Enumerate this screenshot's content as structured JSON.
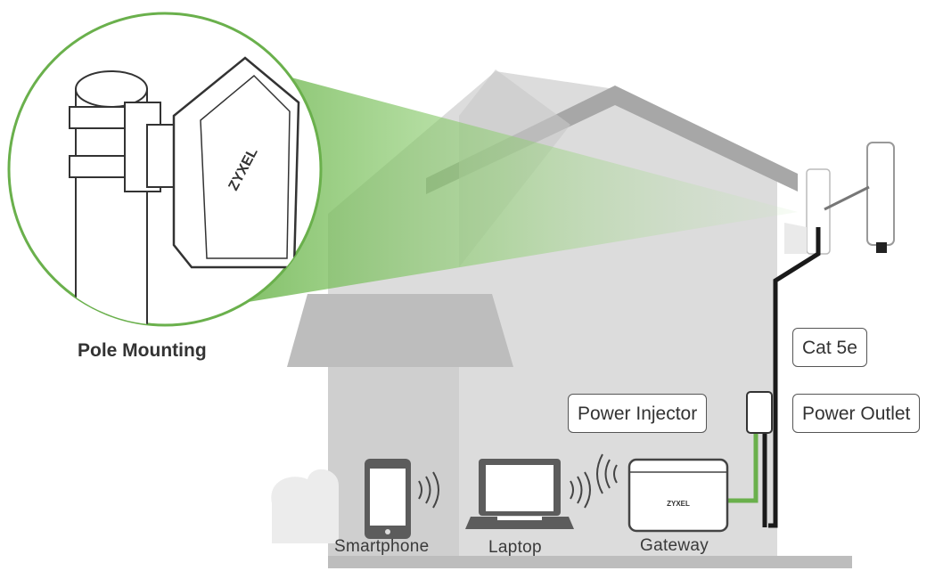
{
  "diagram": {
    "pole_mounting_label": "Pole Mounting",
    "brand": "ZYXEL",
    "callouts": {
      "cat5e": "Cat 5e",
      "power_injector": "Power Injector",
      "power_outlet": "Power Outlet"
    },
    "devices": {
      "smartphone": "Smartphone",
      "laptop": "Laptop",
      "gateway": "Gateway"
    },
    "colors": {
      "beam_green": "#7cc25a",
      "cable_green": "#6ab04c",
      "house_gray": "#d4d4d4",
      "roof_gray": "#b3b3b3"
    }
  }
}
